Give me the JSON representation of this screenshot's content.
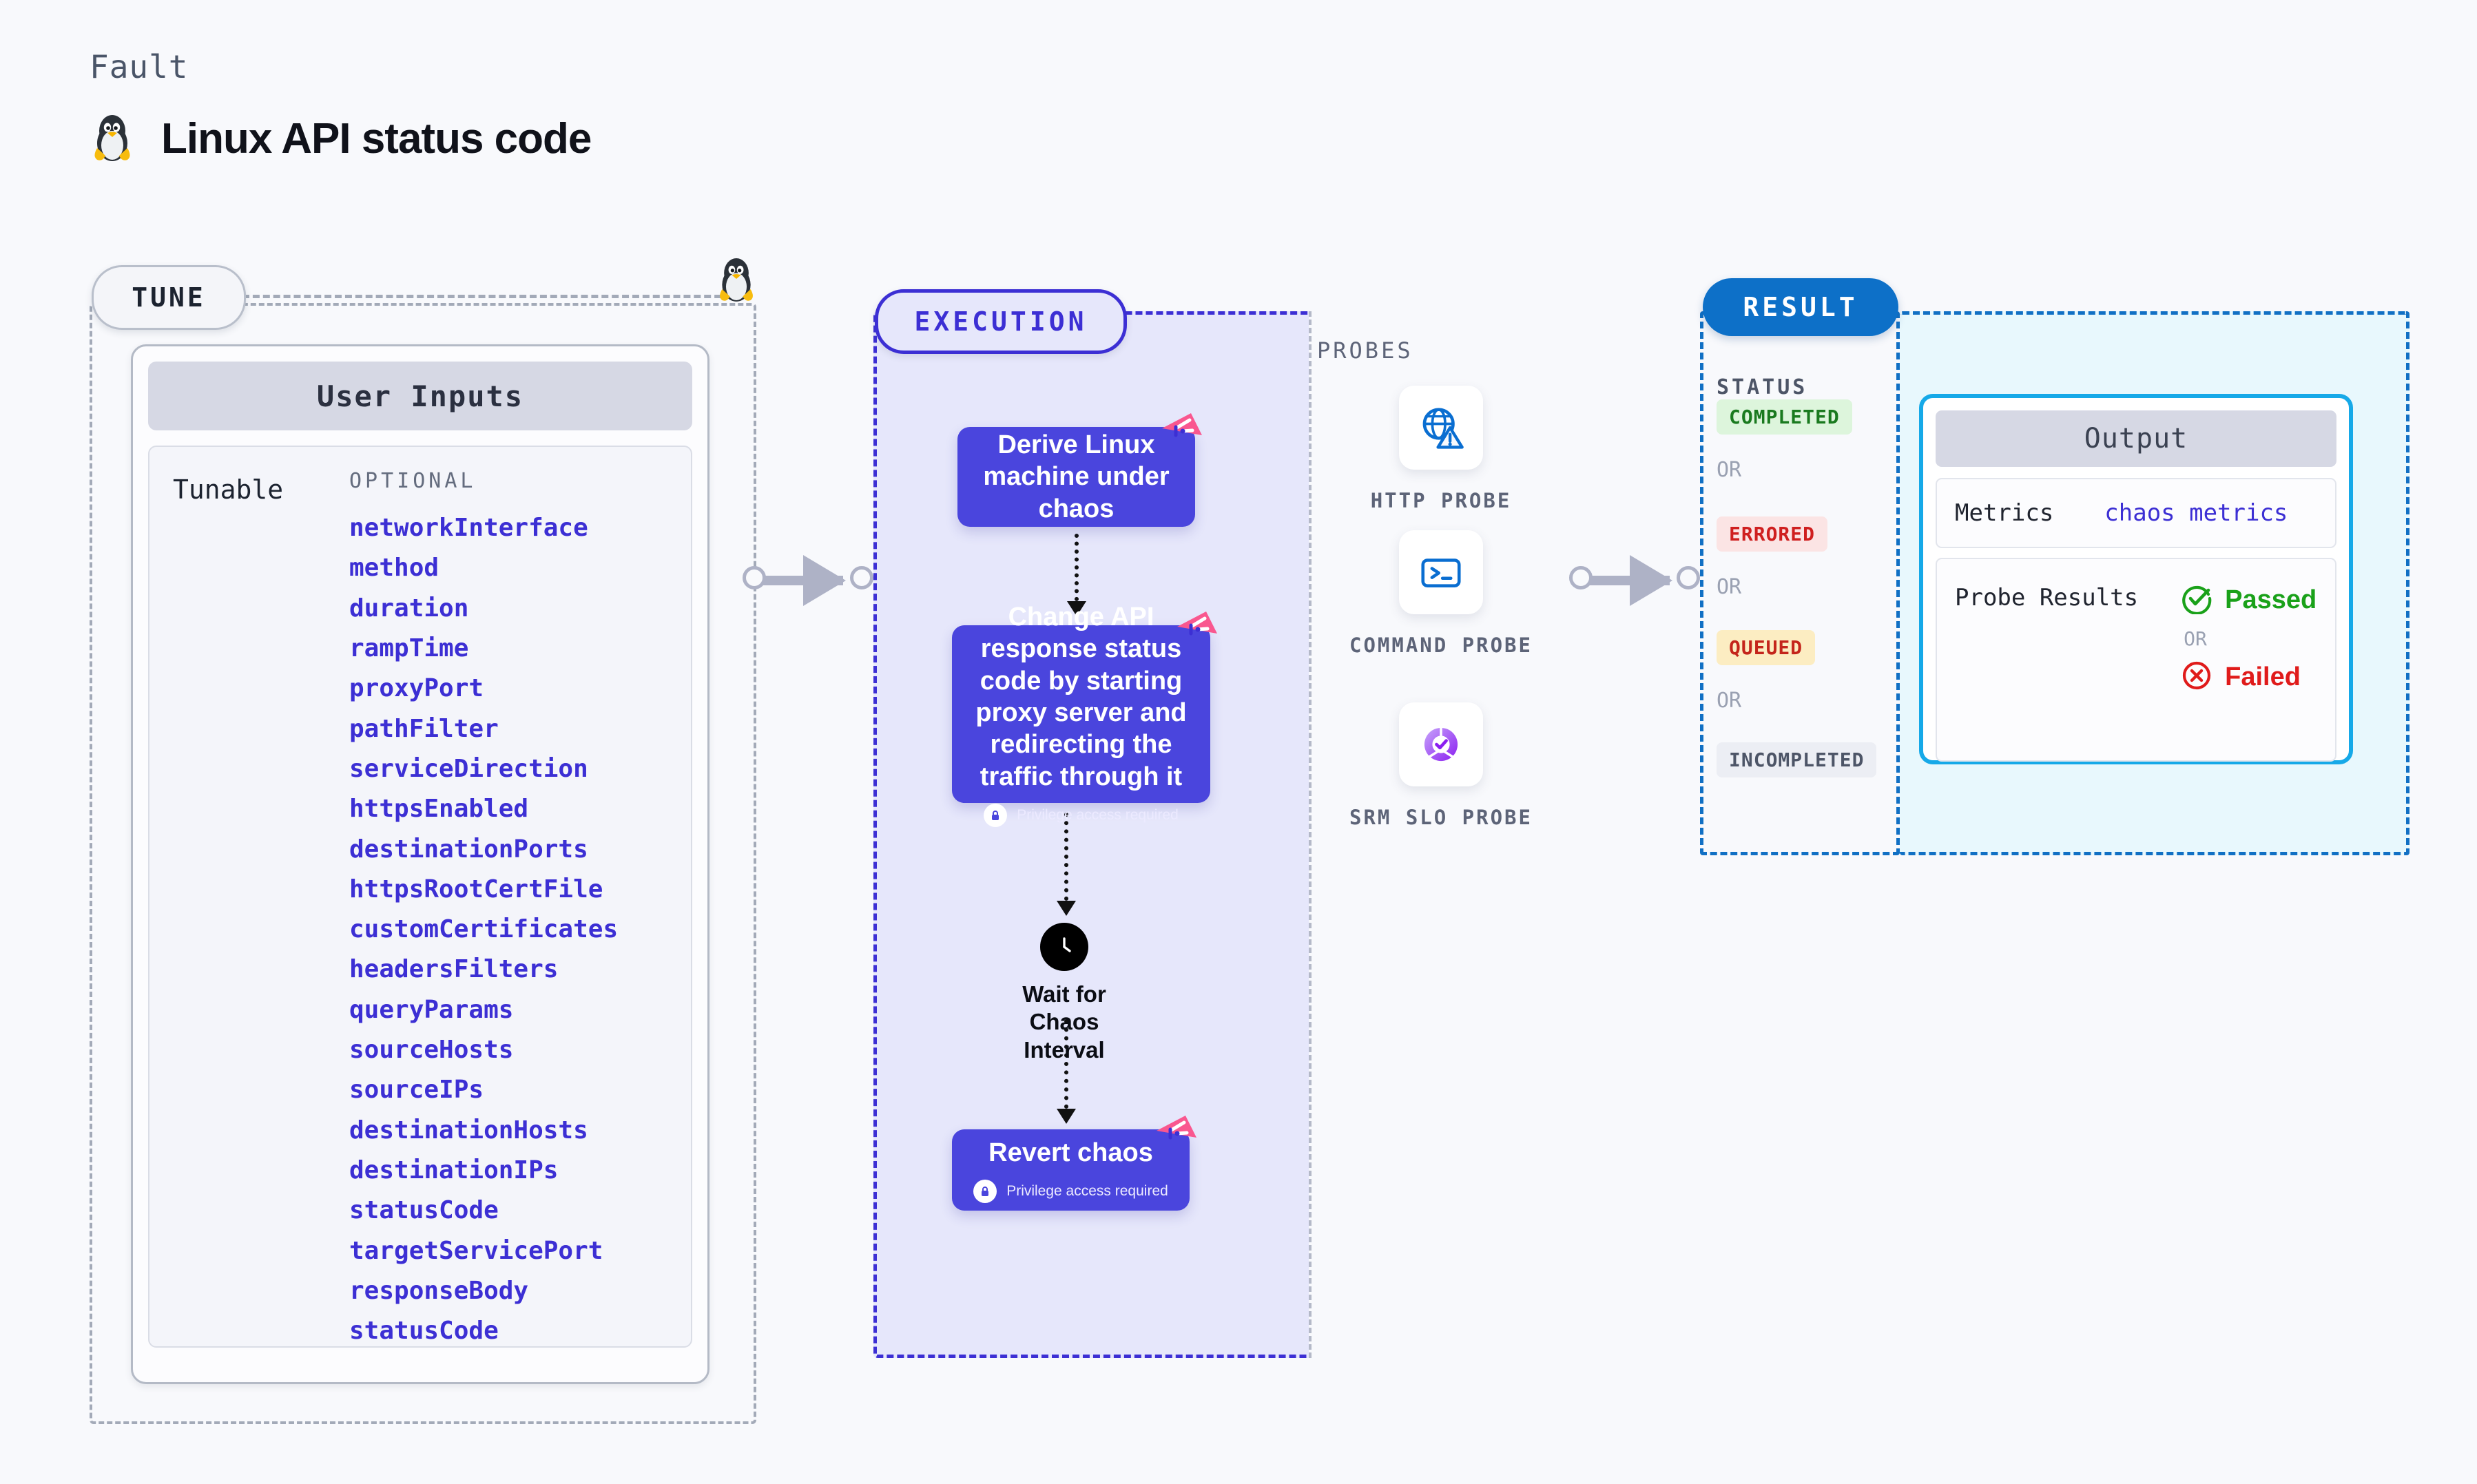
{
  "header": {
    "fault_label": "Fault",
    "title": "Linux API status code",
    "os_icon": "linux-penguin-icon"
  },
  "tune": {
    "pill_label": "TUNE",
    "card_title": "User Inputs",
    "tunable_label": "Tunable",
    "optional_label": "OPTIONAL",
    "items": [
      "networkInterface",
      "method",
      "duration",
      "rampTime",
      "proxyPort",
      "pathFilter",
      "serviceDirection",
      "httpsEnabled",
      "destinationPorts",
      "httpsRootCertFile",
      "customCertificates",
      "headersFilters",
      "queryParams",
      "sourceHosts",
      "sourceIPs",
      "destinationHosts",
      "destinationIPs",
      "statusCode",
      "targetServicePort",
      "responseBody",
      "statusCode"
    ]
  },
  "execution": {
    "pill_label": "EXECUTION",
    "nodes": [
      {
        "text": "Derive Linux machine under chaos",
        "privilege": null
      },
      {
        "text": "Change API response status code by starting proxy server and redirecting the traffic through it",
        "privilege": "Privilege access required"
      },
      {
        "text": "Revert chaos",
        "privilege": "Privilege access required"
      }
    ],
    "wait": {
      "label": "Wait for Chaos Interval",
      "icon": "clock-icon"
    }
  },
  "probes": {
    "title": "PROBES",
    "items": [
      {
        "name": "HTTP PROBE",
        "icon": "globe-warning-icon"
      },
      {
        "name": "COMMAND PROBE",
        "icon": "terminal-icon"
      },
      {
        "name": "SRM SLO PROBE",
        "icon": "slo-check-icon"
      }
    ]
  },
  "result": {
    "pill_label": "RESULT",
    "status_title": "STATUS",
    "or_label": "OR",
    "statuses": [
      {
        "label": "COMPLETED",
        "bg": "#ddf5dc",
        "fg": "#1a7a1f"
      },
      {
        "label": "ERRORED",
        "bg": "#fbe4e4",
        "fg": "#cf1f1f"
      },
      {
        "label": "QUEUED",
        "bg": "#fcedc2",
        "fg": "#c4251b"
      },
      {
        "label": "INCOMPLETED",
        "bg": "#eceef4",
        "fg": "#4d5567"
      }
    ],
    "output": {
      "title": "Output",
      "metrics_key": "Metrics",
      "metrics_value": "chaos metrics",
      "probe_results_key": "Probe Results",
      "passed_label": "Passed",
      "failed_label": "Failed",
      "or_label": "OR",
      "passed_icon": "check-circle-icon",
      "failed_icon": "x-circle-icon"
    }
  },
  "colors": {
    "node_purple": "#4a45dd",
    "accent_blue": "#0d70c8",
    "output_border": "#16a9e8",
    "litmus_pink": "#f9578f",
    "tunable_text": "#3c2fd4"
  }
}
